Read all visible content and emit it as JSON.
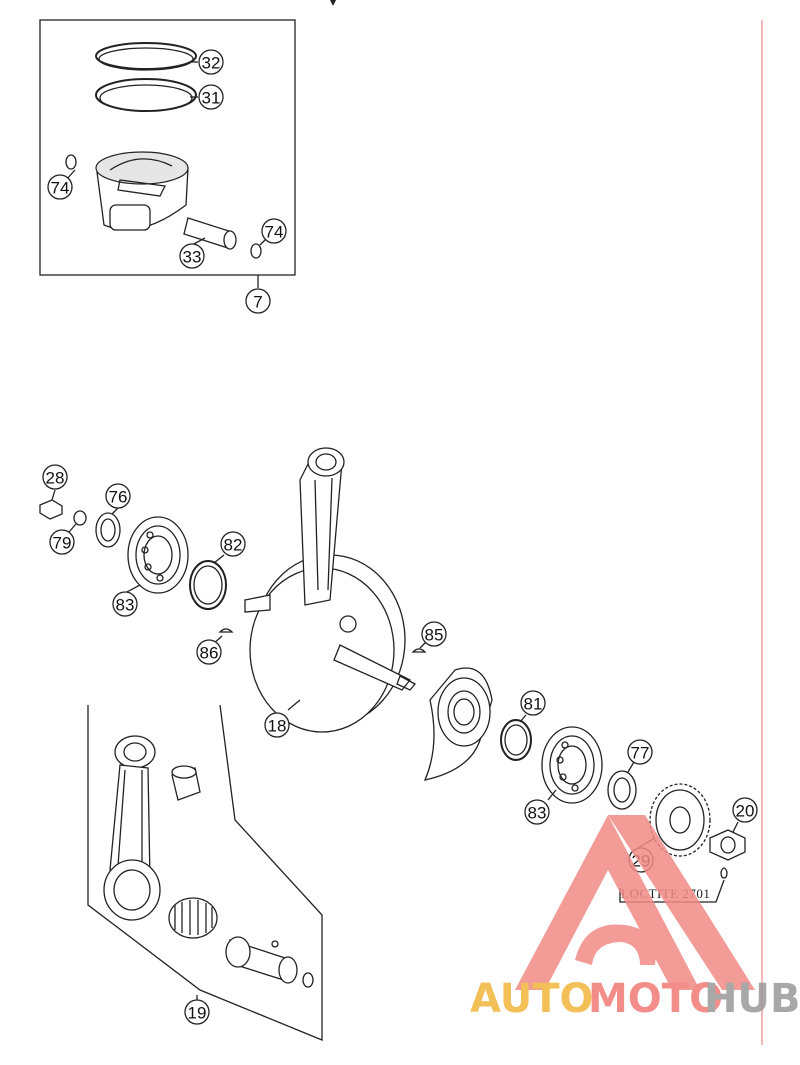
{
  "diagram": {
    "callouts": {
      "c32": "32",
      "c31": "31",
      "c74a": "74",
      "c74b": "74",
      "c33": "33",
      "c7": "7",
      "c28": "28",
      "c76": "76",
      "c79": "79",
      "c82": "82",
      "c83a": "83",
      "c86": "86",
      "c85": "85",
      "c18": "18",
      "c81": "81",
      "c77": "77",
      "c20": "20",
      "c83b": "83",
      "c29": "29",
      "c19": "19"
    },
    "loctite_label": "LOCTITE 2701"
  },
  "watermark": {
    "part1": "AUTO",
    "part2": "MOTO",
    "part3": "HUB",
    "color_part1": "#f2b43a",
    "color_part2": "#f27a76",
    "color_part3": "#9a9a9a",
    "triangle_color": "#f08a86"
  },
  "colors": {
    "margin_line": "#f0a0a0",
    "ink": "#222222"
  }
}
